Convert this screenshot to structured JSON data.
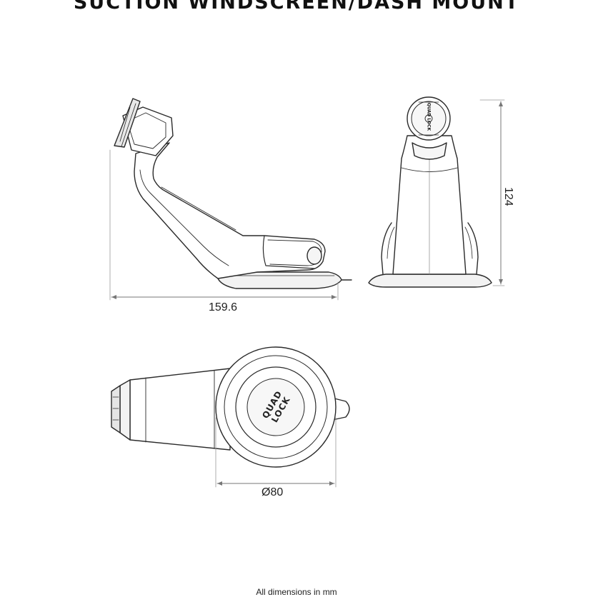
{
  "title": "SUCTION WINDSCREEN/DASH MOUNT",
  "dimensions": {
    "length": "159.6",
    "height": "124",
    "diameter": "Ø80"
  },
  "logo_text": "QUAD LOCK",
  "footer_note": "All dimensions in mm"
}
